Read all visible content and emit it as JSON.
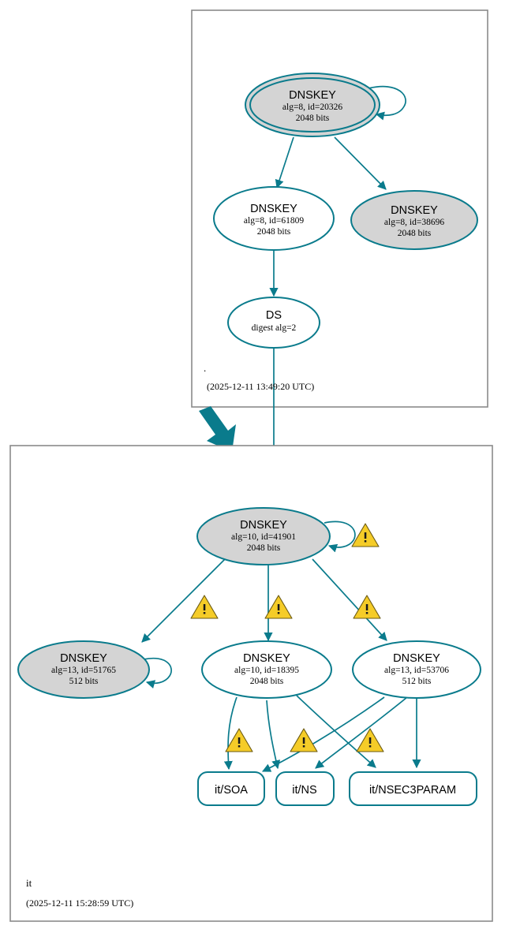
{
  "diagram": {
    "type": "dnssec-authentication-chain",
    "colors": {
      "accent": "#0a7b8c",
      "node_secure_fill": "#d4d4d4",
      "node_plain_fill": "#ffffff",
      "zone_border": "#8a8a8a",
      "warning": "#f5cc28"
    }
  },
  "zones": [
    {
      "id": "root",
      "name": ".",
      "timestamp": "(2025-12-11 13:49:20 UTC)"
    },
    {
      "id": "it",
      "name": "it",
      "timestamp": "(2025-12-11 15:28:59 UTC)"
    }
  ],
  "nodes": {
    "root_ksk": {
      "title": "DNSKEY",
      "params": "alg=8, id=20326",
      "size": "2048 bits"
    },
    "root_zsk_61809": {
      "title": "DNSKEY",
      "params": "alg=8, id=61809",
      "size": "2048 bits"
    },
    "root_key_38696": {
      "title": "DNSKEY",
      "params": "alg=8, id=38696",
      "size": "2048 bits"
    },
    "root_ds": {
      "title": "DS",
      "params": "digest alg=2"
    },
    "it_ksk_41901": {
      "title": "DNSKEY",
      "params": "alg=10, id=41901",
      "size": "2048 bits"
    },
    "it_key_51765": {
      "title": "DNSKEY",
      "params": "alg=13, id=51765",
      "size": "512 bits"
    },
    "it_key_18395": {
      "title": "DNSKEY",
      "params": "alg=10, id=18395",
      "size": "2048 bits"
    },
    "it_key_53706": {
      "title": "DNSKEY",
      "params": "alg=13, id=53706",
      "size": "512 bits"
    },
    "it_soa": {
      "label": "it/SOA"
    },
    "it_ns": {
      "label": "it/NS"
    },
    "it_nsec3param": {
      "label": "it/NSEC3PARAM"
    }
  },
  "icons": {
    "warning": "warning-triangle-icon"
  }
}
